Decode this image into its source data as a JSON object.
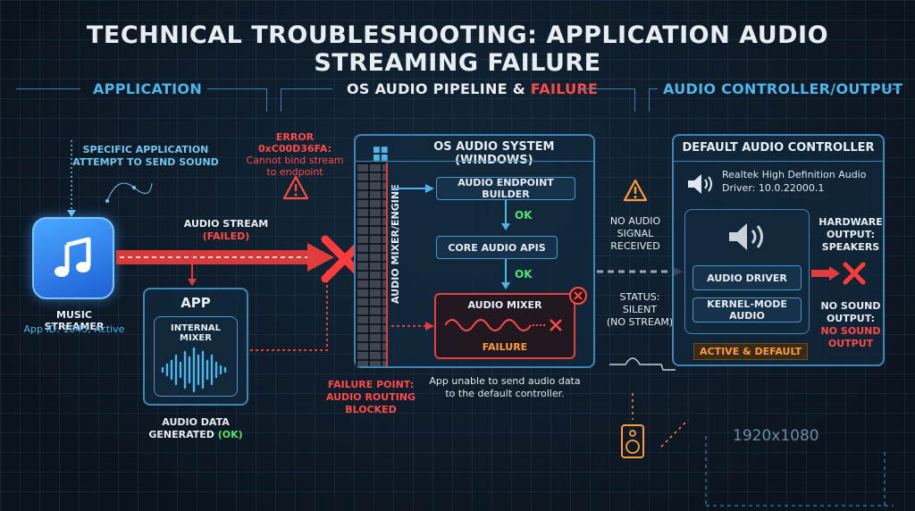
{
  "title": "TECHNICAL TROUBLESHOOTING: APPLICATION AUDIO STREAMING FAILURE",
  "sections": {
    "application": "APPLICATION",
    "pipeline_prefix": "OS AUDIO PIPELINE & ",
    "pipeline_failure": "FAILURE",
    "output": "AUDIO CONTROLLER/OUTPUT"
  },
  "application": {
    "note_line1": "SPECIFIC APPLICATION",
    "note_line2": "ATTEMPT TO SEND SOUND",
    "app_name": "MUSIC STREAMER",
    "app_id": "App ID: 1045, Active",
    "icon": "music-note-icon",
    "stream_label": "AUDIO STREAM",
    "stream_status": "(FAILED)",
    "app_box_title": "APP",
    "internal_mixer": "INTERNAL MIXER",
    "audio_data_line1": "AUDIO DATA",
    "audio_data_line2": "GENERATED ",
    "audio_data_status": "(OK)"
  },
  "error": {
    "code": "ERROR 0xC00D36FA:",
    "line1": "Cannot bind stream",
    "line2": "to endpoint",
    "failure_point_line1": "FAILURE POINT:",
    "failure_point_line2": "AUDIO ROUTING",
    "failure_point_line3": "BLOCKED"
  },
  "os": {
    "header": "OS AUDIO SYSTEM (WINDOWS)",
    "engine_label": "AUDIO MIXER/ENGINE",
    "endpoint_builder": "AUDIO ENDPOINT BUILDER",
    "ok1": "OK",
    "core_apis": "CORE AUDIO APIS",
    "ok2": "OK",
    "mixer": "AUDIO MIXER",
    "mixer_status": "FAILURE",
    "caption_line1": "App unable to send audio data",
    "caption_line2": "to the default controller."
  },
  "middle": {
    "no_signal_line1": "NO AUDIO",
    "no_signal_line2": "SIGNAL",
    "no_signal_line3": "RECEIVED",
    "status_line1": "STATUS:",
    "status_line2": "SILENT",
    "status_line3": "(NO STREAM)"
  },
  "controller": {
    "header": "DEFAULT AUDIO CONTROLLER",
    "device_name": "Realtek High Definition Audio",
    "driver_version": "Driver: 10.0.22000.1",
    "audio_driver": "AUDIO DRIVER",
    "kernel_mode": "KERNEL-MODE AUDIO",
    "badge": "ACTIVE & DEFAULT",
    "hw_line1": "HARDWARE",
    "hw_line2": "OUTPUT:",
    "hw_line3": "SPEAKERS",
    "nosound_line1": "NO SOUND",
    "nosound_line2": "OUTPUT:",
    "nosound_line3": "NO SOUND",
    "nosound_line4": "OUTPUT"
  },
  "resolution": "1920x1080",
  "colors": {
    "background": "#0d1824",
    "accent_blue": "#4fb4ea",
    "error_red": "#ff4a4a",
    "ok_green": "#54e36a",
    "warning_orange": "#ff9b3a"
  }
}
